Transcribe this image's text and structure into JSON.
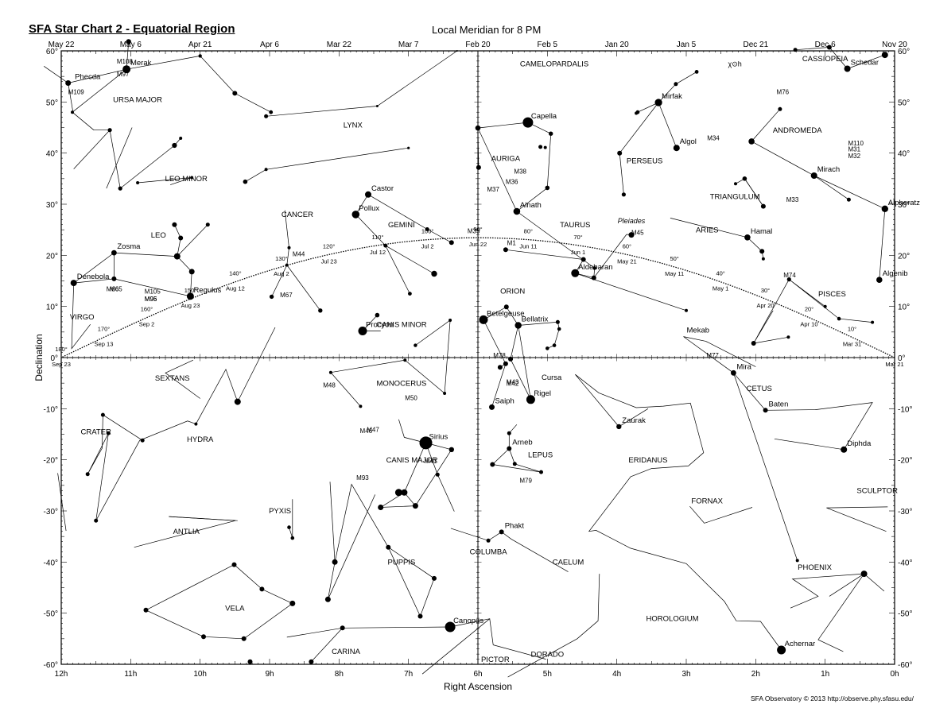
{
  "header": {
    "title": "SFA Star Chart 2 - Equatorial Region",
    "meridian": "Local Meridian for 8 PM",
    "credit": "SFA Observatory © 2013 http://observe.phy.sfasu.edu/"
  },
  "axes": {
    "x_label": "Right Ascension",
    "y_label": "Declination",
    "ra_ticks": [
      "12h",
      "11h",
      "10h",
      "9h",
      "8h",
      "7h",
      "6h",
      "5h",
      "4h",
      "3h",
      "2h",
      "1h",
      "0h"
    ],
    "dec_ticks": [
      "60°",
      "50°",
      "40°",
      "30°",
      "20°",
      "10°",
      "0°",
      "-10°",
      "-20°",
      "-30°",
      "-40°",
      "-50°",
      "-60°"
    ],
    "dates": [
      "May 22",
      "May 6",
      "Apr 21",
      "Apr 6",
      "Mar 22",
      "Mar 7",
      "Feb 20",
      "Feb 5",
      "Jan 20",
      "Jan 5",
      "Dec 21",
      "Dec 6",
      "Nov 20"
    ]
  },
  "constellations": [
    {
      "name": "URSA MAJOR",
      "ra": 10.9,
      "dec": 50
    },
    {
      "name": "LEO MINOR",
      "ra": 10.2,
      "dec": 34.5
    },
    {
      "name": "LYNX",
      "ra": 7.8,
      "dec": 45
    },
    {
      "name": "CAMELOPARDALIS",
      "ra": 4.9,
      "dec": 57
    },
    {
      "name": "CASSIOPEIA",
      "ra": 1.0,
      "dec": 58
    },
    {
      "name": "ANDROMEDA",
      "ra": 1.4,
      "dec": 44
    },
    {
      "name": "PERSEUS",
      "ra": 3.6,
      "dec": 38
    },
    {
      "name": "AURIGA",
      "ra": 5.6,
      "dec": 38.5
    },
    {
      "name": "TRIANGULUM",
      "ra": 2.3,
      "dec": 31
    },
    {
      "name": "GEMINI",
      "ra": 7.1,
      "dec": 25.5
    },
    {
      "name": "CANCER",
      "ra": 8.6,
      "dec": 27.5
    },
    {
      "name": "LEO",
      "ra": 10.6,
      "dec": 23.5
    },
    {
      "name": "TAURUS",
      "ra": 4.6,
      "dec": 25.5
    },
    {
      "name": "ARIES",
      "ra": 2.7,
      "dec": 24.5
    },
    {
      "name": "PISCES",
      "ra": 0.9,
      "dec": 12
    },
    {
      "name": "VIRGO",
      "ra": 11.7,
      "dec": 7.5
    },
    {
      "name": "ORION",
      "ra": 5.5,
      "dec": 12.5
    },
    {
      "name": "CANIS MINOR",
      "ra": 7.1,
      "dec": 6
    },
    {
      "name": "SEXTANS",
      "ra": 10.4,
      "dec": -4.5
    },
    {
      "name": "MONOCERUS",
      "ra": 7.1,
      "dec": -5.5
    },
    {
      "name": "CETUS",
      "ra": 1.95,
      "dec": -6.5
    },
    {
      "name": "CRATER",
      "ra": 11.5,
      "dec": -15
    },
    {
      "name": "HYDRA",
      "ra": 10.0,
      "dec": -16.5
    },
    {
      "name": "CANIS MAJOR",
      "ra": 6.95,
      "dec": -20.5
    },
    {
      "name": "LEPUS",
      "ra": 5.1,
      "dec": -19.5
    },
    {
      "name": "ERIDANUS",
      "ra": 3.55,
      "dec": -20.5
    },
    {
      "name": "PYXIS",
      "ra": 8.85,
      "dec": -30.5
    },
    {
      "name": "ANTLIA",
      "ra": 10.2,
      "dec": -34.5
    },
    {
      "name": "FORNAX",
      "ra": 2.7,
      "dec": -28.5
    },
    {
      "name": "SCULPTOR",
      "ra": 0.25,
      "dec": -26.5
    },
    {
      "name": "COLUMBA",
      "ra": 5.85,
      "dec": -38.5
    },
    {
      "name": "PUPPIS",
      "ra": 7.1,
      "dec": -40.5
    },
    {
      "name": "CAELUM",
      "ra": 4.7,
      "dec": -40.5
    },
    {
      "name": "PHOENIX",
      "ra": 1.15,
      "dec": -41.5
    },
    {
      "name": "VELA",
      "ra": 9.5,
      "dec": -49.5
    },
    {
      "name": "HOROLOGIUM",
      "ra": 3.2,
      "dec": -51.5
    },
    {
      "name": "CARINA",
      "ra": 7.9,
      "dec": -58
    },
    {
      "name": "PICTOR",
      "ra": 5.75,
      "dec": -59.5
    },
    {
      "name": "DORADO",
      "ra": 5.0,
      "dec": -58.5
    }
  ],
  "named_stars": [
    {
      "name": "Merak",
      "ra": 11.05,
      "dec": 56.4
    },
    {
      "name": "Phecda",
      "ra": 11.85,
      "dec": 53.7
    },
    {
      "name": "Capella",
      "ra": 5.28,
      "dec": 46
    },
    {
      "name": "Schedar",
      "ra": 0.68,
      "dec": 56.5
    },
    {
      "name": "Mirfak",
      "ra": 3.4,
      "dec": 49.9
    },
    {
      "name": "Algol",
      "ra": 3.14,
      "dec": 41
    },
    {
      "name": "Mirach",
      "ra": 1.16,
      "dec": 35.6
    },
    {
      "name": "Alpheratz",
      "ra": 0.14,
      "dec": 29.1
    },
    {
      "name": "Castor",
      "ra": 7.58,
      "dec": 31.9
    },
    {
      "name": "Pollux",
      "ra": 7.76,
      "dec": 28
    },
    {
      "name": "Alnath",
      "ra": 5.44,
      "dec": 28.6
    },
    {
      "name": "Hamal",
      "ra": 2.12,
      "dec": 23.5
    },
    {
      "name": "Zosma",
      "ra": 11.24,
      "dec": 20.5
    },
    {
      "name": "Denebola",
      "ra": 11.82,
      "dec": 14.6
    },
    {
      "name": "Regulus",
      "ra": 10.14,
      "dec": 12
    },
    {
      "name": "Aldebaran",
      "ra": 4.6,
      "dec": 16.5
    },
    {
      "name": "Algenib",
      "ra": 0.22,
      "dec": 15.2
    },
    {
      "name": "Betelgeuse",
      "ra": 5.92,
      "dec": 7.4
    },
    {
      "name": "Bellatrix",
      "ra": 5.42,
      "dec": 6.3
    },
    {
      "name": "Procyon",
      "ra": 7.66,
      "dec": 5.2
    },
    {
      "name": "Mekab",
      "ra": 3.04,
      "dec": 4.1
    },
    {
      "name": "Mira",
      "ra": 2.32,
      "dec": -3
    },
    {
      "name": "Cursa",
      "ra": 5.13,
      "dec": -5.1
    },
    {
      "name": "Rigel",
      "ra": 5.24,
      "dec": -8.2
    },
    {
      "name": "Saiph",
      "ra": 5.8,
      "dec": -9.7
    },
    {
      "name": "Baten",
      "ra": 1.86,
      "dec": -10.3
    },
    {
      "name": "Zaurak",
      "ra": 3.97,
      "dec": -13.5
    },
    {
      "name": "Sirius",
      "ra": 6.75,
      "dec": -16.7
    },
    {
      "name": "Arneb",
      "ra": 5.55,
      "dec": -17.8
    },
    {
      "name": "Diphda",
      "ra": 0.73,
      "dec": -18
    },
    {
      "name": "Phakt",
      "ra": 5.66,
      "dec": -34.1
    },
    {
      "name": "Canopus",
      "ra": 6.4,
      "dec": -52.7
    },
    {
      "name": "Achernar",
      "ra": 1.63,
      "dec": -57.2
    }
  ],
  "deep_sky": [
    {
      "name": "M108",
      "ra": 11.2,
      "dec": 57.5
    },
    {
      "name": "M97",
      "ra": 11.2,
      "dec": 55
    },
    {
      "name": "M109",
      "ra": 11.9,
      "dec": 51.5
    },
    {
      "name": "M76",
      "ra": 1.7,
      "dec": 51.5
    },
    {
      "name": "M34",
      "ra": 2.7,
      "dec": 42.5
    },
    {
      "name": "M38",
      "ra": 5.48,
      "dec": 36
    },
    {
      "name": "M36",
      "ra": 5.6,
      "dec": 34
    },
    {
      "name": "M37",
      "ra": 5.87,
      "dec": 32.5
    },
    {
      "name": "M110",
      "ra": 0.67,
      "dec": 41.5
    },
    {
      "name": "M31",
      "ra": 0.67,
      "dec": 40.3
    },
    {
      "name": "M32",
      "ra": 0.67,
      "dec": 39
    },
    {
      "name": "M33",
      "ra": 1.56,
      "dec": 30.5
    },
    {
      "name": "M35",
      "ra": 6.15,
      "dec": 24.3
    },
    {
      "name": "M45",
      "ra": 3.79,
      "dec": 24
    },
    {
      "name": "M1",
      "ra": 5.58,
      "dec": 22
    },
    {
      "name": "M44",
      "ra": 8.67,
      "dec": 19.8
    },
    {
      "name": "M67",
      "ra": 8.85,
      "dec": 11.8
    },
    {
      "name": "M65",
      "ra": 11.3,
      "dec": 13
    },
    {
      "name": "M66",
      "ra": 11.35,
      "dec": 13
    },
    {
      "name": "M105",
      "ra": 10.8,
      "dec": 12.5
    },
    {
      "name": "M96",
      "ra": 10.8,
      "dec": 11
    },
    {
      "name": "M95",
      "ra": 10.8,
      "dec": 11
    },
    {
      "name": "M74",
      "ra": 1.6,
      "dec": 15.7
    },
    {
      "name": "M78",
      "ra": 5.78,
      "dec": 0
    },
    {
      "name": "M77",
      "ra": 2.71,
      "dec": 0
    },
    {
      "name": "M43",
      "ra": 5.59,
      "dec": -5.2
    },
    {
      "name": "M42",
      "ra": 5.59,
      "dec": -5.5
    },
    {
      "name": "M48",
      "ra": 8.23,
      "dec": -5.8
    },
    {
      "name": "M50",
      "ra": 7.05,
      "dec": -8.3
    },
    {
      "name": "M46",
      "ra": 7.7,
      "dec": -14.8
    },
    {
      "name": "M47",
      "ra": 7.6,
      "dec": -14.5
    },
    {
      "name": "M41",
      "ra": 6.77,
      "dec": -20.7
    },
    {
      "name": "M79",
      "ra": 5.4,
      "dec": -24.5
    },
    {
      "name": "M93",
      "ra": 7.75,
      "dec": -23.9
    }
  ],
  "ecliptic_labels": [
    "180°",
    "170°",
    "160°",
    "150°",
    "140°",
    "130°",
    "120°",
    "110°",
    "100°",
    "90°",
    "80°",
    "70°",
    "60°",
    "50°",
    "40°",
    "30°",
    "20°",
    "10°"
  ],
  "ecliptic_dates": [
    "Sep 23",
    "Sep 13",
    "Sep 2",
    "Aug 23",
    "Aug 12",
    "Aug 2",
    "Jul 23",
    "Jul 12",
    "Jul 2",
    "Jun 22",
    "Jun 11",
    "Jun 1",
    "May 21",
    "May 11",
    "May 1",
    "Apr 20",
    "Apr 10",
    "Mar 31",
    "Mar 21"
  ],
  "extra_labels": [
    {
      "text": "Pleiades",
      "ra": 3.79,
      "dec": 26.3,
      "italic": true
    },
    {
      "text": "χ⊙h",
      "ra": 2.3,
      "dec": 57
    }
  ]
}
